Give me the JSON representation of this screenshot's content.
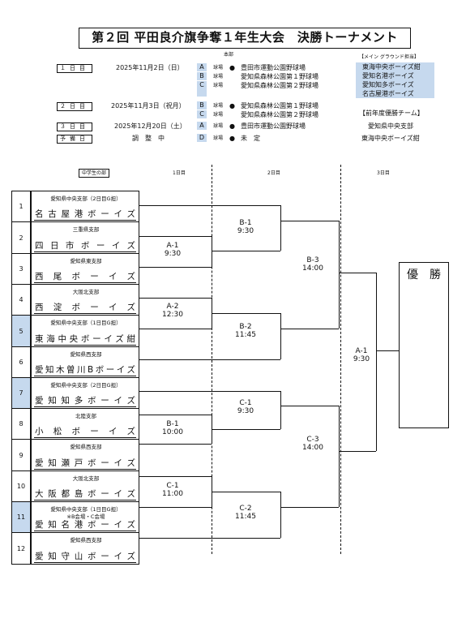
{
  "title": "第２回 平田良介旗争奪１年生大会　決勝トーナメント",
  "header_note": "本部",
  "main_ground_note": "【メイン グラウンド担当】",
  "previous_winner_note": "【前年度優勝チーム】",
  "schedule": [
    {
      "day": "１日目",
      "date": "2025年11月2日（日）",
      "venues": [
        {
          "letter": "A",
          "prefix": "球場",
          "mark": "●",
          "name": "豊田市運動公園野球場"
        },
        {
          "letter": "B",
          "prefix": "球場",
          "mark": "",
          "name": "愛知県森林公園第１野球場"
        },
        {
          "letter": "C",
          "prefix": "球場",
          "mark": "",
          "name": "愛知県森林公園第２野球場"
        }
      ],
      "right": [
        "東海中央ボーイズ紺",
        "愛知名港ボーイズ",
        "愛知知多ボーイズ",
        "名古屋港ボーイズ"
      ]
    },
    {
      "day": "２日目",
      "date": "2025年11月3日（祝月）",
      "venues": [
        {
          "letter": "B",
          "prefix": "球場",
          "mark": "●",
          "name": "愛知県森林公園第１野球場"
        },
        {
          "letter": "C",
          "prefix": "球場",
          "mark": "",
          "name": "愛知県森林公園第２野球場"
        }
      ],
      "right": []
    },
    {
      "day": "３日目",
      "date": "2025年12月20日（土）",
      "venues": [
        {
          "letter": "A",
          "prefix": "球場",
          "mark": "●",
          "name": "豊田市運動公園野球場"
        }
      ],
      "right": [
        "愛知県中央支部"
      ]
    },
    {
      "day": "予備日",
      "date": "調　整　中",
      "venues": [
        {
          "letter": "D",
          "prefix": "球場",
          "mark": "●",
          "name": "未　定"
        }
      ],
      "right": [
        "東海中央ボーイズ紺"
      ]
    }
  ],
  "division_label": "中学生の部",
  "round_headers": [
    "1日目",
    "2日目",
    "3日目"
  ],
  "teams": [
    {
      "seed": "1",
      "branch": "愛知県中央支部（2日目G担）",
      "name": "名古屋港ボーイズ",
      "highlight": false
    },
    {
      "seed": "2",
      "branch": "三重県支部",
      "name": "四日市ボーイズ",
      "highlight": false
    },
    {
      "seed": "3",
      "branch": "愛知県東支部",
      "name": "西尾ボーイズ",
      "highlight": false
    },
    {
      "seed": "4",
      "branch": "大阪北支部",
      "name": "西淀ボーイズ",
      "highlight": false
    },
    {
      "seed": "5",
      "branch": "愛知県中央支部（1日目G担）",
      "name": "東海中央ボーイズ紺",
      "highlight": true
    },
    {
      "seed": "6",
      "branch": "愛知県西支部",
      "name": "愛知木曽川Bボーイズ",
      "highlight": false
    },
    {
      "seed": "7",
      "branch": "愛知県中央支部（2日目G担）",
      "name": "愛知知多ボーイズ",
      "highlight": true
    },
    {
      "seed": "8",
      "branch": "北陸支部",
      "name": "小松ボーイズ",
      "highlight": false
    },
    {
      "seed": "9",
      "branch": "愛知県西支部",
      "name": "愛知瀬戸ボーイズ",
      "highlight": false
    },
    {
      "seed": "10",
      "branch": "大阪北支部",
      "name": "大阪都島ボーイズ",
      "highlight": false
    },
    {
      "seed": "11",
      "branch": "愛知県中央支部（1日目G担）",
      "branch2": "※B会場・C会場",
      "name": "愛知名港ボーイズ",
      "highlight": true
    },
    {
      "seed": "12",
      "branch": "愛知県西支部",
      "name": "愛知守山ボーイズ",
      "highlight": false
    }
  ],
  "games": {
    "a1": {
      "label": "A-1",
      "time": "9:30"
    },
    "a2": {
      "label": "A-2",
      "time": "12:30"
    },
    "b1_r1": {
      "label": "B-1",
      "time": "10:00"
    },
    "c1_r1": {
      "label": "C-1",
      "time": "11:00"
    },
    "b1": {
      "label": "B-1",
      "time": "9:30"
    },
    "b2": {
      "label": "B-2",
      "time": "11:45"
    },
    "c1": {
      "label": "C-1",
      "time": "9:30"
    },
    "c2": {
      "label": "C-2",
      "time": "11:45"
    },
    "b3": {
      "label": "B-3",
      "time": "14:00"
    },
    "c3": {
      "label": "C-3",
      "time": "14:00"
    },
    "final": {
      "label": "A-1",
      "time": "9:30"
    }
  },
  "winner_label": "優　勝"
}
